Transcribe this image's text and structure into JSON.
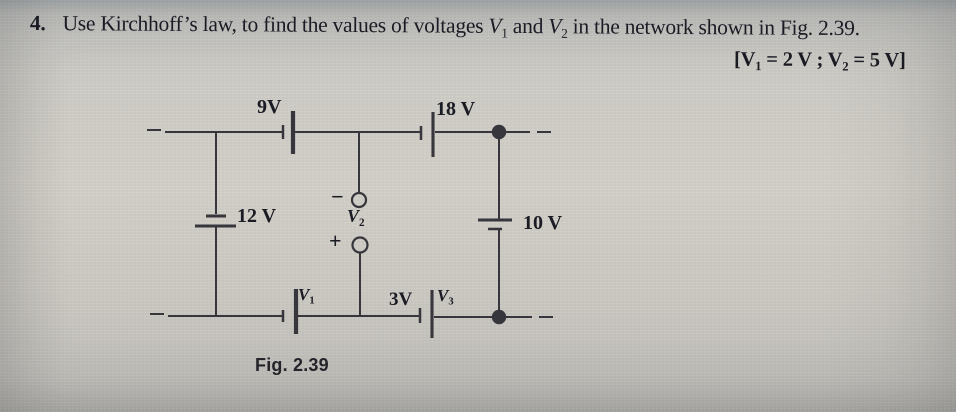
{
  "theme": {
    "ink": "#1b1b24",
    "wire": "#36363c"
  },
  "question": {
    "number": "4.",
    "text_before": "Use Kirchhoff’s law, to find the values of voltages ",
    "v1_main": "V",
    "v1_sub": "1",
    "text_mid": " and ",
    "v2_main": "V",
    "v2_sub": "2",
    "text_after": " in the network shown in Fig. 2.39."
  },
  "answer": {
    "open": "[V",
    "v1_sub": "1",
    "mid": " = 2 V ; V",
    "v2_sub": "2",
    "close": " = 5 V]"
  },
  "circuit": {
    "labels": {
      "battery_top_left": "9V",
      "battery_top_right": "18 V",
      "battery_left": "12 V",
      "battery_right": "10 V",
      "battery_bottom": "3V",
      "v1": {
        "main": "V",
        "sub": "1"
      },
      "v2": {
        "main": "V",
        "sub": "2"
      },
      "v3": {
        "main": "V",
        "sub": "3"
      },
      "polarity_minus": "−",
      "polarity_plus": "+"
    }
  },
  "caption": "Fig. 2.39"
}
